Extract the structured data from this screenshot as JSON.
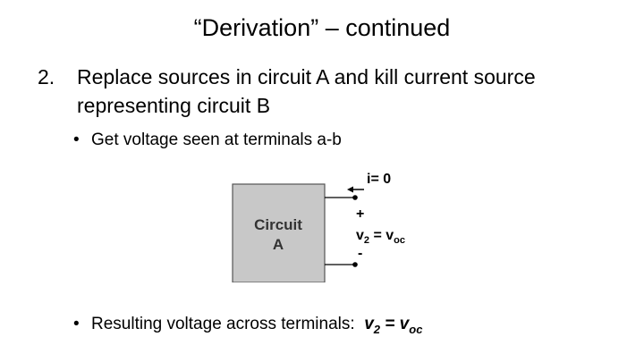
{
  "slide": {
    "title": "“Derivation” – continued",
    "step": {
      "number": "2.",
      "text": "Replace sources in circuit A and kill current source representing circuit B"
    },
    "bullet_symbol": "•",
    "bullets": [
      "Get voltage seen at terminals a-b",
      "Resulting voltage across terminals:"
    ],
    "result_formula": {
      "lhs": "v",
      "lhs_sub": "2",
      "equals": " = ",
      "rhs": "v",
      "rhs_sub": "oc"
    }
  },
  "diagram": {
    "box_line1": "Circuit",
    "box_line2": "A",
    "current_label": "i= 0",
    "plus": "+",
    "minus": "-",
    "voltage_lhs": "v",
    "voltage_lhs_sub": "2",
    "voltage_eq": " = v",
    "voltage_rhs_sub": "oc",
    "box_fill": "#c8c8c8"
  }
}
